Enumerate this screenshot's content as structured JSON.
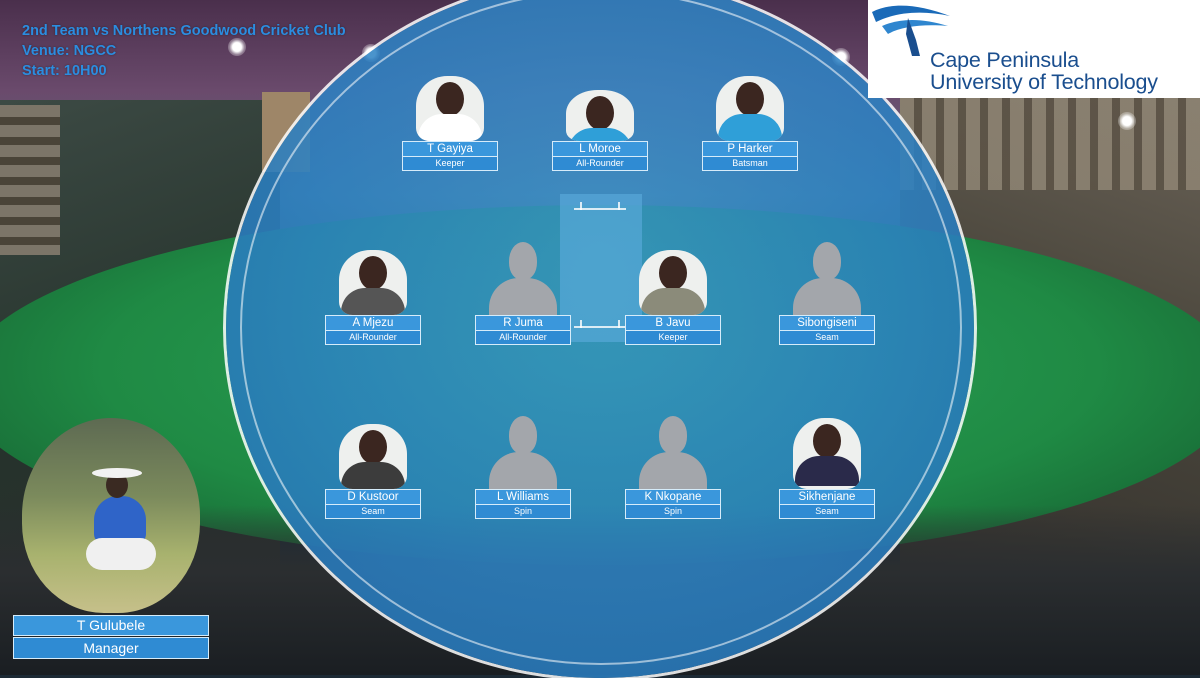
{
  "match": {
    "title": "2nd Team vs Northens Goodwood Cricket Club",
    "venue": "Venue: NGCC",
    "start": "Start: 10H00"
  },
  "logo": {
    "line1": "Cape Peninsula",
    "line2": "University of Technology",
    "icon": "cput-wave-logo"
  },
  "players": [
    {
      "name": "T Gayiya",
      "role": "Keeper",
      "photo": "person-photo"
    },
    {
      "name": "L Moroe",
      "role": "All-Rounder",
      "photo": "person-photo"
    },
    {
      "name": "P Harker",
      "role": "Batsman",
      "photo": "person-photo"
    },
    {
      "name": "A Mjezu",
      "role": "All-Rounder",
      "photo": "person-photo"
    },
    {
      "name": "R Juma",
      "role": "All-Rounder",
      "photo": "placeholder-silhouette"
    },
    {
      "name": "B Javu",
      "role": "Keeper",
      "photo": "person-photo"
    },
    {
      "name": "Sibongiseni",
      "role": "Seam",
      "photo": "placeholder-silhouette"
    },
    {
      "name": "D Kustoor",
      "role": "Seam",
      "photo": "person-photo"
    },
    {
      "name": "L Williams",
      "role": "Spin",
      "photo": "placeholder-silhouette"
    },
    {
      "name": "K Nkopane",
      "role": "Spin",
      "photo": "placeholder-silhouette"
    },
    {
      "name": "Sikhenjane",
      "role": "Seam",
      "photo": "person-photo"
    }
  ],
  "manager": {
    "name": "T Gulubele",
    "role": "Manager"
  },
  "colors": {
    "accent": "#3a97dc",
    "info_text": "#2b8de0",
    "logo_text": "#1a4e8e"
  }
}
